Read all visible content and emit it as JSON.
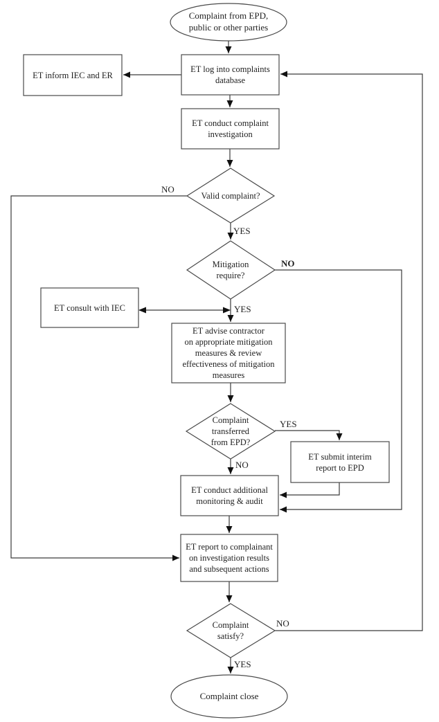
{
  "diagram": {
    "type": "flowchart",
    "subject": "Environmental complaint handling procedure",
    "nodes": {
      "start": {
        "shape": "terminator",
        "label": "Complaint from EPD,\npublic or other parties"
      },
      "log_db": {
        "shape": "process",
        "label": "ET log into complaints\ndatabase"
      },
      "inform": {
        "shape": "process",
        "label": "ET inform IEC and ER"
      },
      "investigate": {
        "shape": "process",
        "label": "ET conduct complaint\ninvestigation"
      },
      "valid": {
        "shape": "decision",
        "label": "Valid complaint?"
      },
      "mitigation": {
        "shape": "decision",
        "label": "Mitigation\nrequire?"
      },
      "consult": {
        "shape": "process",
        "label": "ET consult with IEC"
      },
      "advise": {
        "shape": "process",
        "label": "ET advise contractor\non appropriate mitigation\nmeasures & review\neffectiveness of mitigation\nmeasures"
      },
      "transferred": {
        "shape": "decision",
        "label": "Complaint\ntransferred\nfrom EPD?"
      },
      "submit": {
        "shape": "process",
        "label": "ET submit interim\nreport to EPD"
      },
      "monitor": {
        "shape": "process",
        "label": "ET conduct additional\nmonitoring & audit"
      },
      "report": {
        "shape": "process",
        "label": "ET report to complainant\non investigation results\nand subsequent actions"
      },
      "satisfy": {
        "shape": "decision",
        "label": "Complaint\nsatisfy?"
      },
      "close": {
        "shape": "terminator",
        "label": "Complaint close"
      }
    },
    "edge_labels": {
      "valid_no": "NO",
      "valid_yes": "YES",
      "mitigation_no": "NO",
      "mitigation_yes": "YES",
      "transferred_yes": "YES",
      "transferred_no": "NO",
      "satisfy_no": "NO",
      "satisfy_yes": "YES"
    },
    "colors": {
      "background": "#ffffff",
      "shape_border": "#4a4a4a",
      "line": "#3a3a3a",
      "text": "#1f1f1f"
    }
  }
}
